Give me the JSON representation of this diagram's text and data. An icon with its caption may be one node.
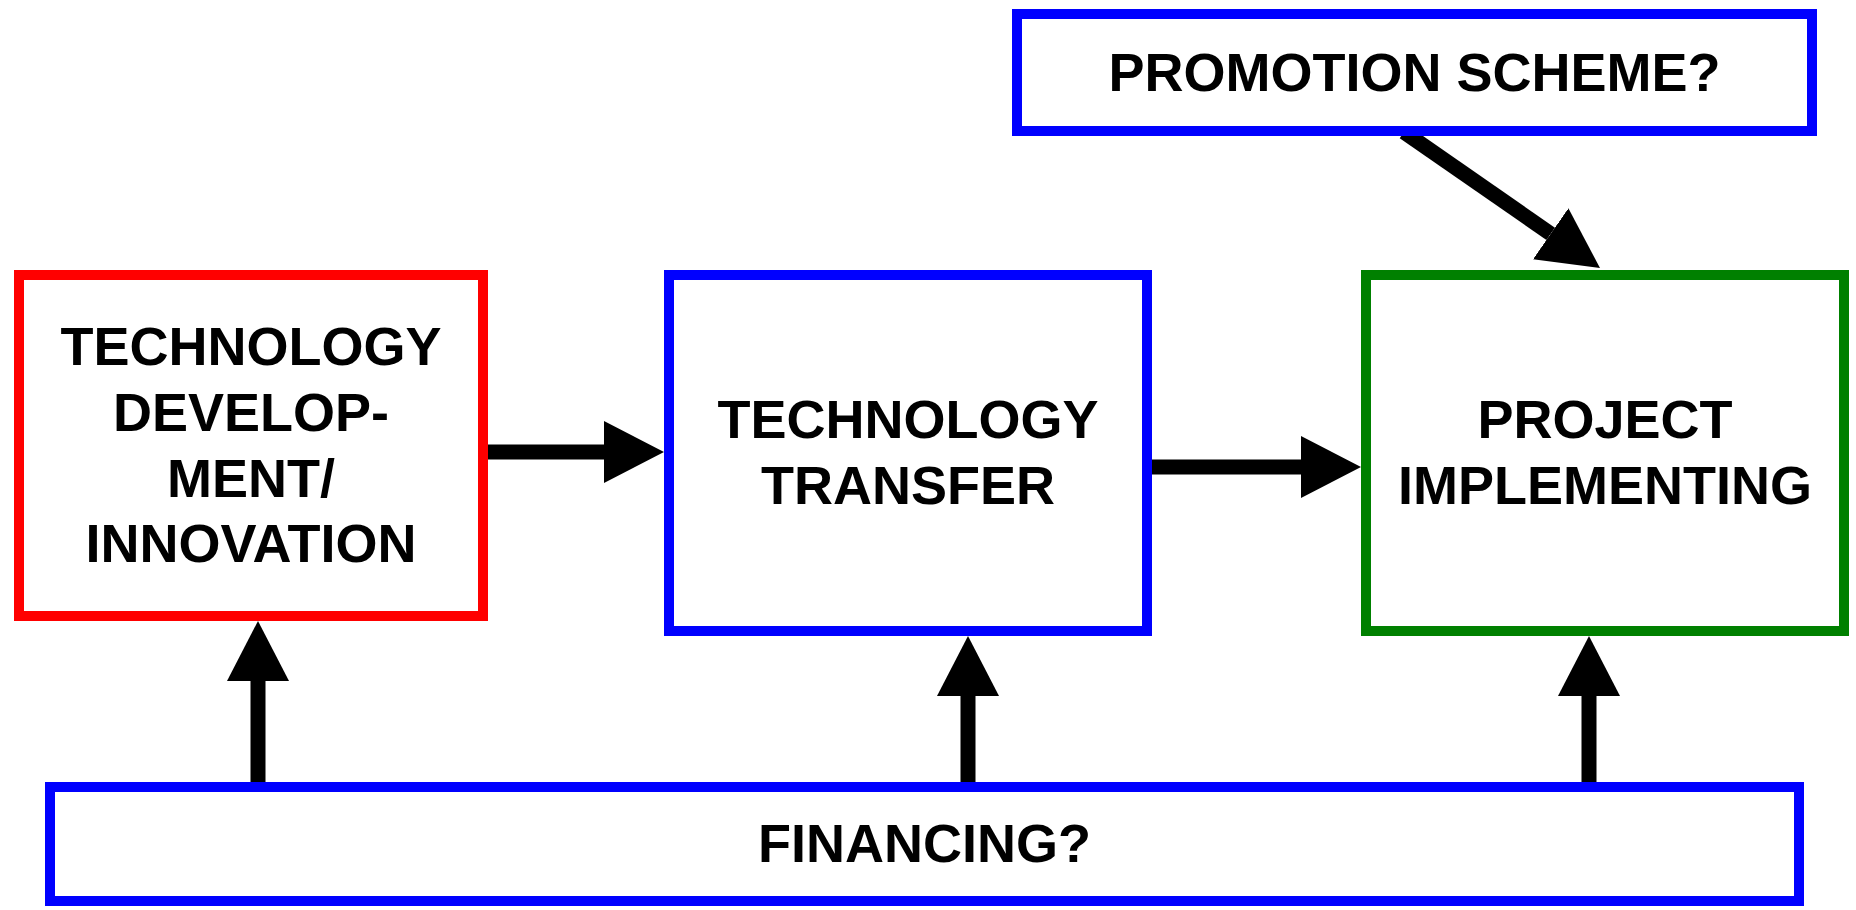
{
  "diagram": {
    "nodes": [
      {
        "text": [
          "PROMOTION SCHEME?"
        ]
      },
      {
        "text": [
          "TECHNOLOGY DEVELOP- MENT/ INNOVATION"
        ]
      },
      {
        "text": [
          "TECHNOLOGY TRANSFER"
        ]
      },
      {
        "text": [
          "PROJECT IMPLEMENTING"
        ]
      },
      {
        "text": [
          "FINANCING?"
        ]
      }
    ],
    "edges": [
      {
        "from": 1,
        "to": 2,
        "arrow": "to"
      },
      {
        "from": 2,
        "to": 3,
        "arrow": "to"
      },
      {
        "from": 0,
        "to": 3,
        "arrow": "to"
      },
      {
        "from": 4,
        "to": 1,
        "arrow": "to"
      },
      {
        "from": 4,
        "to": 2,
        "arrow": "to"
      },
      {
        "from": 4,
        "to": 3,
        "arrow": "to"
      }
    ]
  }
}
